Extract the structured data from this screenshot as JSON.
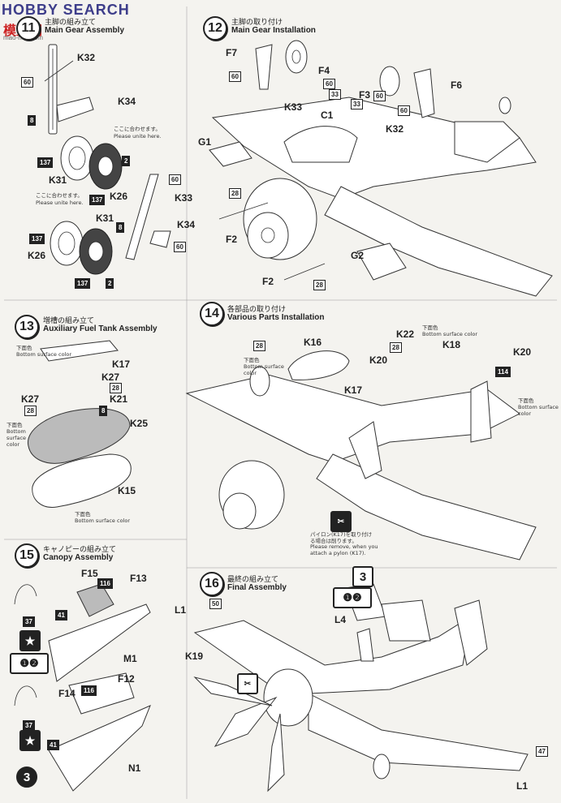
{
  "watermark": {
    "brand": "HOBBY SEARCH",
    "site": "模型网",
    "url": "mao-hee.com"
  },
  "steps": {
    "s11": {
      "num": "11",
      "jp": "主脚の組み立て",
      "en": "Main Gear Assembly"
    },
    "s12": {
      "num": "12",
      "jp": "主脚の取り付け",
      "en": "Main Gear Installation"
    },
    "s13": {
      "num": "13",
      "jp": "増槽の組み立て",
      "en": "Auxiliary Fuel Tank Assembly"
    },
    "s14": {
      "num": "14",
      "jp": "各部品の取り付け",
      "en": "Various Parts Installation"
    },
    "s15": {
      "num": "15",
      "jp": "キャノピーの組み立て",
      "en": "Canopy Assembly"
    },
    "s16": {
      "num": "16",
      "jp": "最終の組み立て",
      "en": "Final Assembly"
    }
  },
  "parts": {
    "k32": "K32",
    "k34": "K34",
    "k31": "K31",
    "k26": "K26",
    "k33": "K33",
    "f7": "F7",
    "f4": "F4",
    "f3": "F3",
    "f6": "F6",
    "c1": "C1",
    "g1": "G1",
    "g2": "G2",
    "f2": "F2",
    "k17": "K17",
    "k27": "K27",
    "k21": "K21",
    "k25": "K25",
    "k15": "K15",
    "k16": "K16",
    "k20": "K20",
    "k22": "K22",
    "k18": "K18",
    "f15": "F15",
    "f13": "F13",
    "m1": "M1",
    "f14": "F14",
    "f12": "F12",
    "n1": "N1",
    "l1": "L1",
    "k19": "K19",
    "l4": "L4"
  },
  "paint": {
    "c60": "60",
    "c8": "8",
    "c137": "137",
    "c2": "2",
    "c33": "33",
    "c28": "28",
    "c114": "114",
    "c116": "116",
    "c41": "41",
    "c37": "37",
    "c50": "50",
    "c47": "47"
  },
  "notes": {
    "align_jp": "ここに合わせます。",
    "align_en": "Please unite here.",
    "bottom_jp": "下面色",
    "bottom_en": "Bottom surface color",
    "pylon_jp": "パイロン(K17)を取り付ける場合は削ります。",
    "pylon_en": "Please remove, when you attach a pylon (K17)."
  },
  "symbols": {
    "i2": "❶❷",
    "three": "3"
  }
}
